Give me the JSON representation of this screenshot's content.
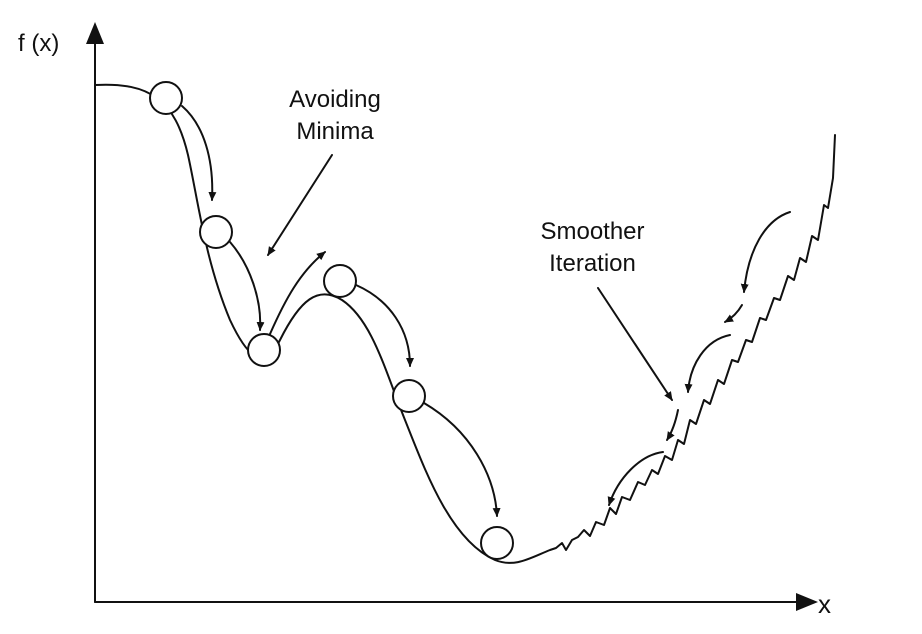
{
  "axes": {
    "y_label": "f (x)",
    "x_label": "x"
  },
  "annotations": {
    "avoiding_minima": [
      "Avoiding",
      "Minima"
    ],
    "smoother_iteration": [
      "Smoother",
      "Iteration"
    ]
  },
  "colors": {
    "ink": "#111111",
    "background": "#ffffff"
  }
}
